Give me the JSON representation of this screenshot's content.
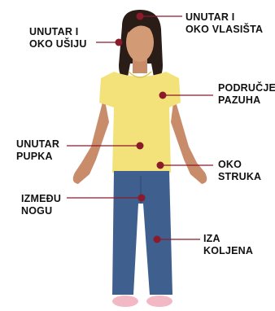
{
  "labels": {
    "scalp": {
      "line1": "UNUTAR I",
      "line2": "OKO VLASIŠTA"
    },
    "ears": {
      "line1": "UNUTAR I",
      "line2": "OKO UŠIJU"
    },
    "armpits": {
      "line1": "PODRUČJE",
      "line2": "PAZUHA"
    },
    "navel": {
      "line1": "UNUTAR",
      "line2": "PUPKA"
    },
    "waist": {
      "line1": "OKO",
      "line2": "STRUKA"
    },
    "legs": {
      "line1": "IZMEĐU",
      "line2": "NOGU"
    },
    "knees": {
      "line1": "IZA",
      "line2": "KOLJENA"
    }
  },
  "colors": {
    "marker": "#8b1a2b",
    "shirt": "#f3e27a",
    "jeans": "#3f5f8f",
    "skin": "#c98c6a",
    "hair": "#2a1c17"
  }
}
